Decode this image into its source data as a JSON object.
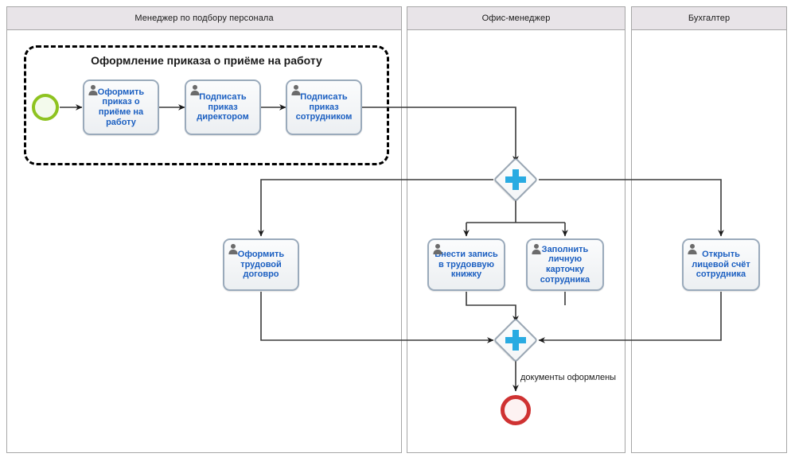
{
  "diagram": {
    "type": "bpmn-process-diagram",
    "lanes": [
      {
        "id": "lane-recruiter",
        "title": "Менеджер по подбору персонала"
      },
      {
        "id": "lane-office-manager",
        "title": "Офис-менеджер"
      },
      {
        "id": "lane-accountant",
        "title": "Бухгалтер"
      }
    ],
    "subprocess": {
      "title": "Оформление приказа о приёме на работу"
    },
    "tasks": [
      {
        "id": "task-issue-order",
        "label": "Оформить приказ о приёме на работу",
        "lane": "lane-recruiter"
      },
      {
        "id": "task-sign-director",
        "label": "Подписать приказ директором",
        "lane": "lane-recruiter"
      },
      {
        "id": "task-sign-employee",
        "label": "Подписать приказ сотрудником",
        "lane": "lane-recruiter"
      },
      {
        "id": "task-labor-contract",
        "label": "Оформить трудовой договро",
        "lane": "lane-recruiter"
      },
      {
        "id": "task-workbook-entry",
        "label": "Внести запись в трудоввую книжку",
        "lane": "lane-office-manager"
      },
      {
        "id": "task-personal-card",
        "label": "Заполнить личную карточку сотрудника",
        "lane": "lane-office-manager"
      },
      {
        "id": "task-open-account",
        "label": "Открыть лицевой счёт сотрудника",
        "lane": "lane-accountant"
      }
    ],
    "events": [
      {
        "id": "start-event",
        "kind": "start",
        "color": "#8ec320"
      },
      {
        "id": "end-event",
        "kind": "end",
        "color": "#cf3232"
      }
    ],
    "gateways": [
      {
        "id": "gateway-parallel-split",
        "kind": "parallel",
        "symbol": "+",
        "color": "#29abe2"
      },
      {
        "id": "gateway-parallel-join",
        "kind": "parallel",
        "symbol": "+",
        "color": "#29abe2"
      }
    ],
    "flow_labels": [
      {
        "id": "flow-label-documents-done",
        "text": "документы оформлены"
      }
    ],
    "colors": {
      "lane_header_fill": "#e8e4e8",
      "lane_border": "#a6a6a6",
      "task_border": "#9aaabb",
      "task_text": "#1b5fc1",
      "gateway_symbol": "#29abe2",
      "start_event": "#8ec320",
      "end_event": "#cf3232",
      "connector": "#3a3a3a"
    }
  }
}
